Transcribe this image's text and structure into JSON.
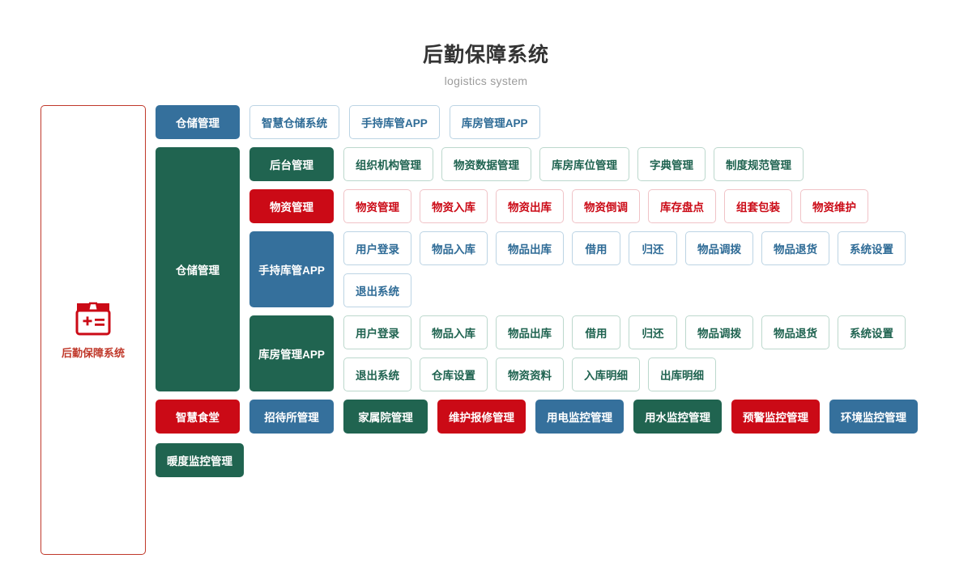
{
  "header": {
    "title": "后勤保障系统",
    "subtitle": "logistics system"
  },
  "colors": {
    "blue": "#35709c",
    "green": "#206450",
    "red": "#cb0a16",
    "outline_blue_border": "#bcd4e4",
    "outline_green_border": "#bcd8cd",
    "outline_red_border": "#f0c3c7",
    "panel_border": "#c0392b",
    "title_text": "#333333",
    "subtitle_text": "#9b9b9b"
  },
  "root_panel": {
    "icon": "package-box-icon",
    "label": "后勤保障系统"
  },
  "top_row": {
    "head": "仓储管理",
    "items": [
      "智慧仓储系统",
      "手持库管APP",
      "库房管理APP"
    ]
  },
  "storage_section": {
    "spine_label": "仓储管理",
    "groups": [
      {
        "head": "后台管理",
        "style": "green",
        "items": [
          "组织机构管理",
          "物资数据管理",
          "库房库位管理",
          "字典管理",
          "制度规范管理"
        ]
      },
      {
        "head": "物资管理",
        "style": "red",
        "items": [
          "物资管理",
          "物资入库",
          "物资出库",
          "物资倒调",
          "库存盘点",
          "组套包装",
          "物资维护"
        ]
      },
      {
        "head": "手持库管APP",
        "style": "blue",
        "items": [
          "用户登录",
          "物品入库",
          "物品出库",
          "借用",
          "归还",
          "物品调拨",
          "物品退货",
          "系统设置",
          "退出系统"
        ]
      },
      {
        "head": "库房管理APP",
        "style": "green",
        "items": [
          "用户登录",
          "物品入库",
          "物品出库",
          "借用",
          "归还",
          "物品调拨",
          "物品退货",
          "系统设置",
          "退出系统",
          "仓库设置",
          "物资资料",
          "入库明细",
          "出库明细"
        ]
      }
    ]
  },
  "bottom_modules": [
    {
      "label": "智慧食堂",
      "style": "red"
    },
    {
      "label": "招待所管理",
      "style": "blue"
    },
    {
      "label": "家属院管理",
      "style": "green"
    },
    {
      "label": "维护报修管理",
      "style": "red"
    },
    {
      "label": "用电监控管理",
      "style": "blue"
    },
    {
      "label": "用水监控管理",
      "style": "green"
    },
    {
      "label": "预警监控管理",
      "style": "red"
    },
    {
      "label": "环境监控管理",
      "style": "blue"
    },
    {
      "label": "暖度监控管理",
      "style": "green"
    }
  ]
}
